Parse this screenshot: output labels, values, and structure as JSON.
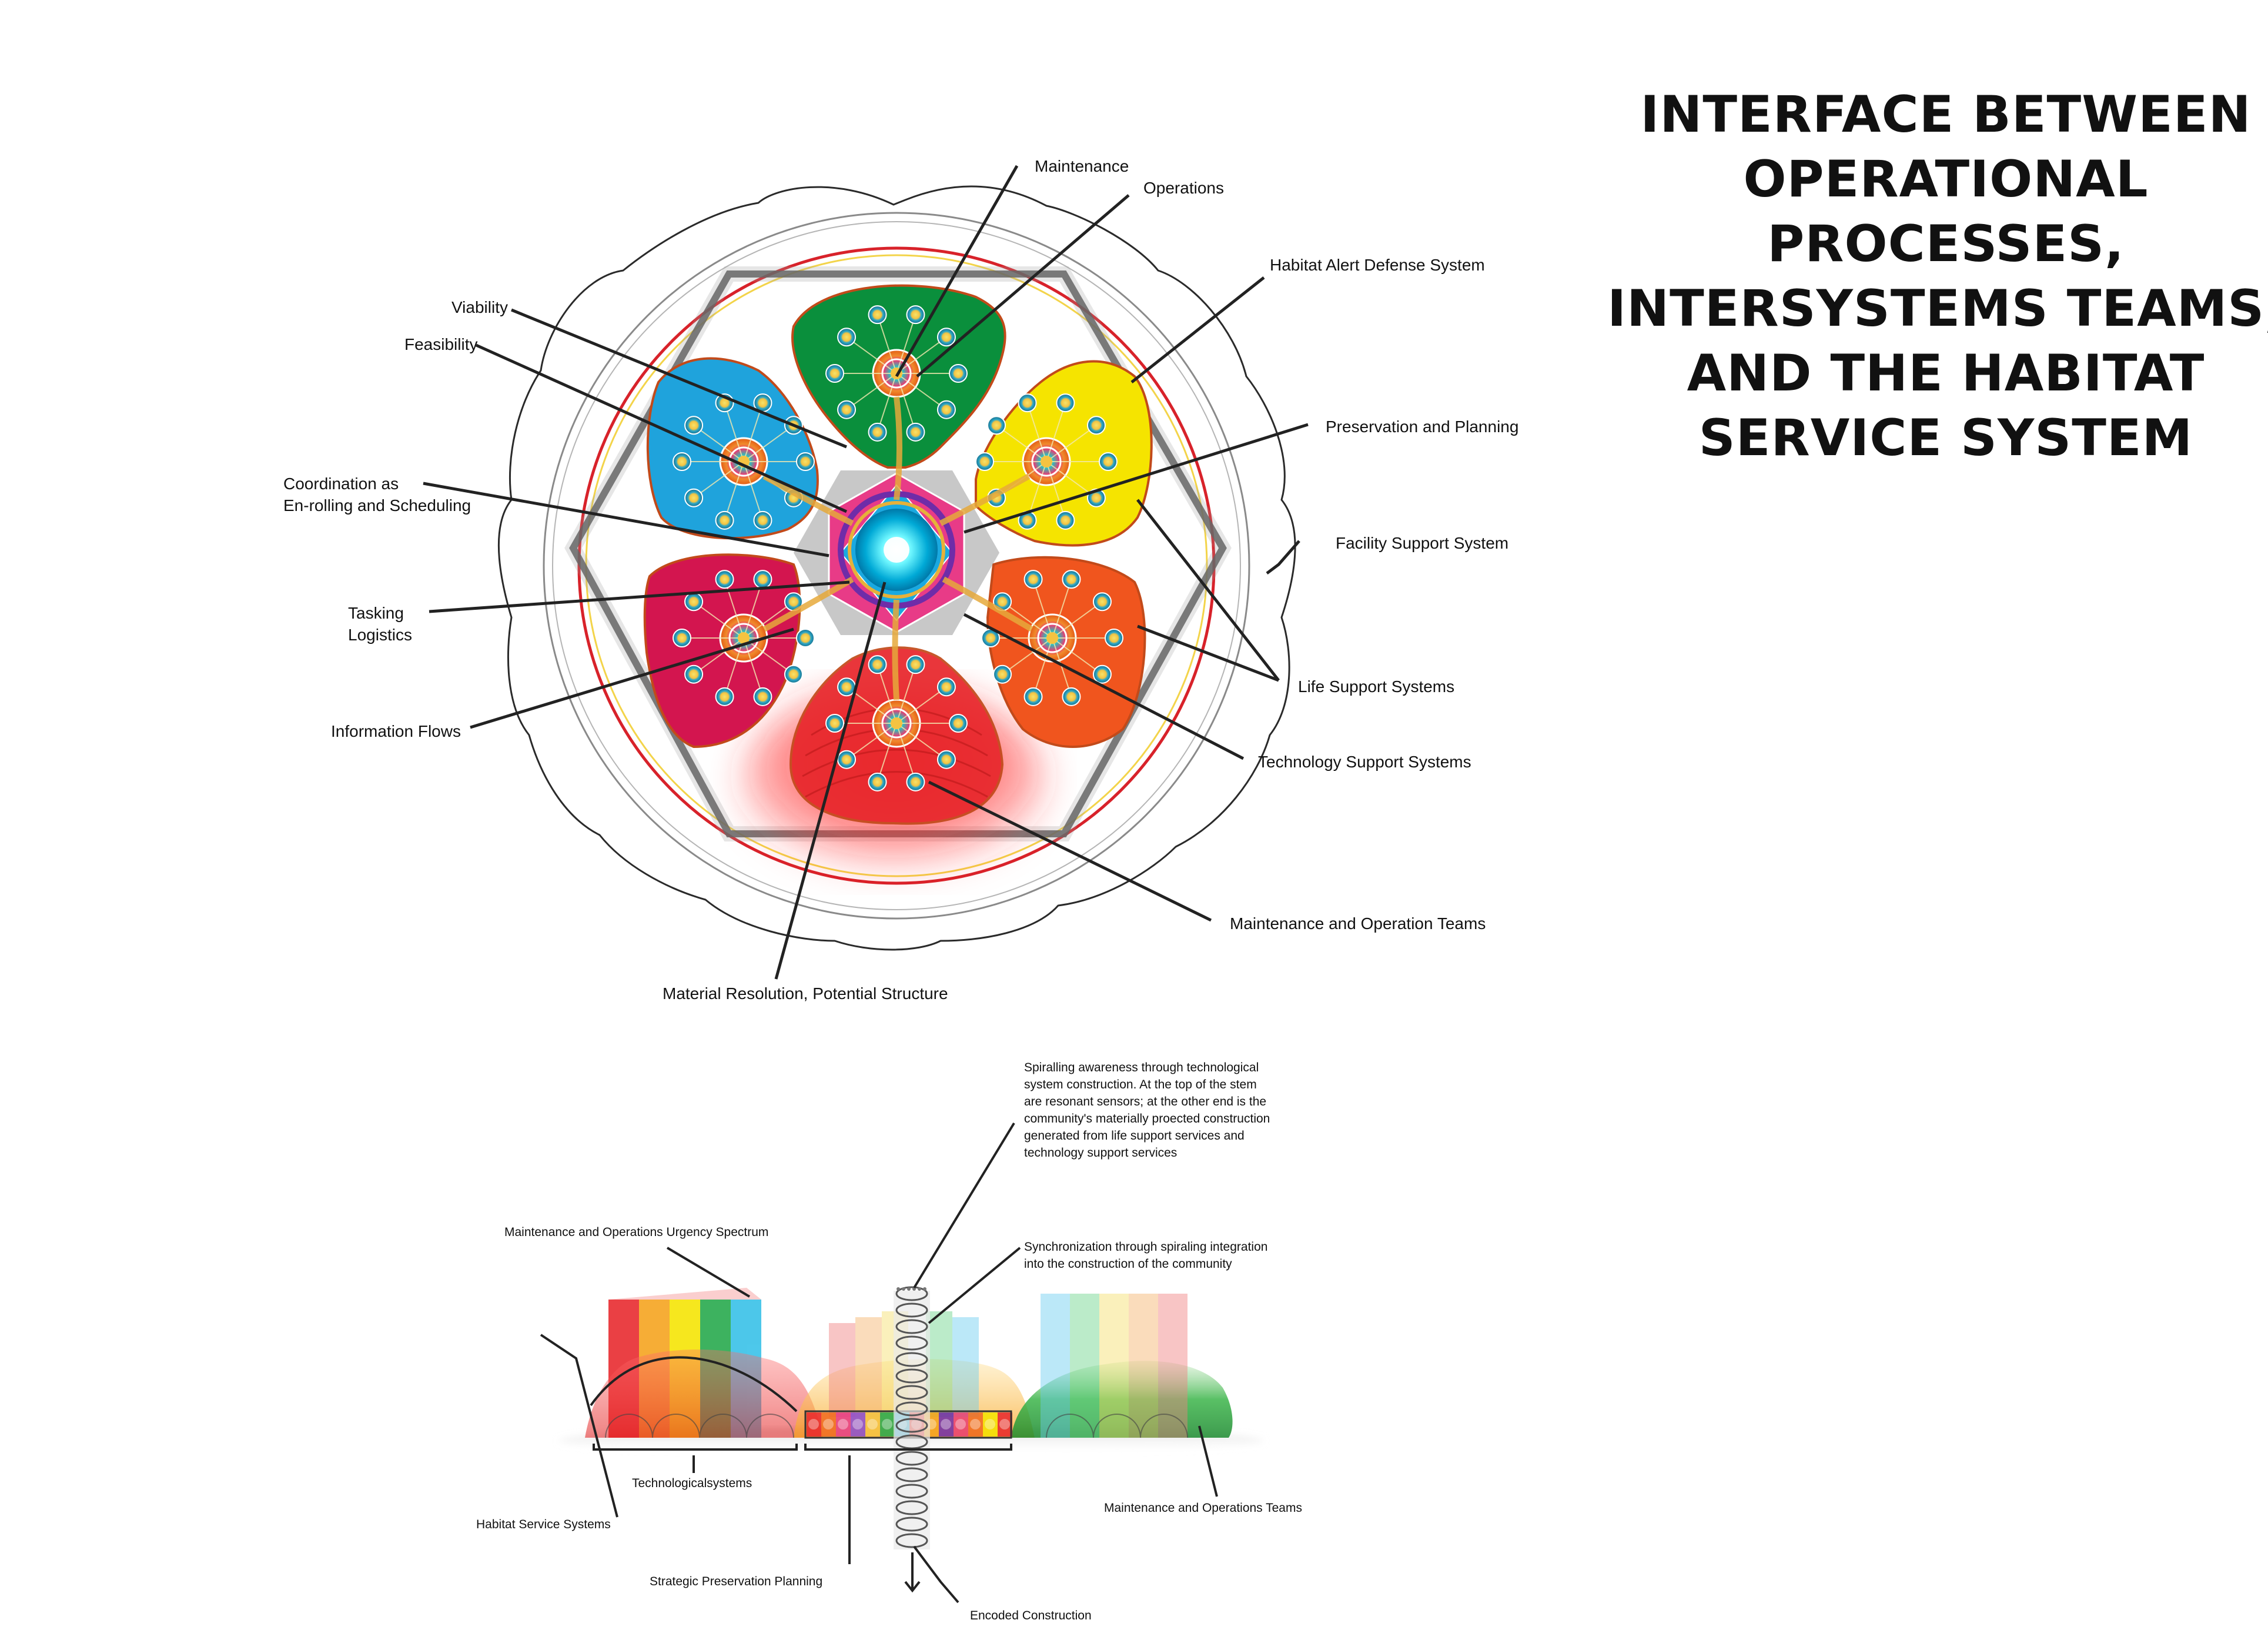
{
  "title_lines": [
    "INTERFACE BETWEEN",
    "OPERATIONAL",
    "PROCESSES,",
    "INTERSYSTEMS TEAMS,",
    "AND THE HABITAT",
    "SERVICE SYSTEM"
  ],
  "top_diagram": {
    "labels": {
      "maintenance": "Maintenance",
      "operations": "Operations",
      "habitat_alert": "Habitat Alert Defense System",
      "viability": "Viability",
      "feasibility": "Feasibility",
      "preservation_planning": "Preservation and Planning",
      "coordination_1": "Coordination as",
      "coordination_2": "En-rolling and Scheduling",
      "facility_support": "Facility Support System",
      "tasking_1": "Tasking",
      "tasking_2": "Logistics",
      "life_support": "Life Support Systems",
      "information_flows": "Information Flows",
      "technology_support": "Technology Support Systems",
      "maintenance_teams": "Maintenance and Operation Teams",
      "material_resolution": "Material Resolution, Potential Structure"
    },
    "petal_colors": {
      "top": "#0a8f3c",
      "top_right": "#f5e400",
      "bottom_right": "#f0551e",
      "bottom": "#e8262b",
      "bottom_left": "#d3154f",
      "top_left": "#1fa3dc"
    }
  },
  "bottom_diagram": {
    "labels": {
      "urgency_spectrum": "Maintenance and Operations Urgency Spectrum",
      "spiralling_1": "Spiralling awareness through technological",
      "spiralling_2": "system construction. At the top of the stem",
      "spiralling_3": "are resonant sensors; at the other end is the",
      "spiralling_4": "community's materially proected construction",
      "spiralling_5": "generated from life support services and",
      "spiralling_6": "technology support services",
      "sync_1": "Synchronization through spiraling integration",
      "sync_2": "into the construction of the community",
      "technological_systems": "Technologicalsystems",
      "habitat_service": "Habitat Service Systems",
      "maint_ops_teams": "Maintenance and Operations Teams",
      "strategic_planning": "Strategic Preservation Planning",
      "encoded_construction": "Encoded Construction"
    }
  }
}
